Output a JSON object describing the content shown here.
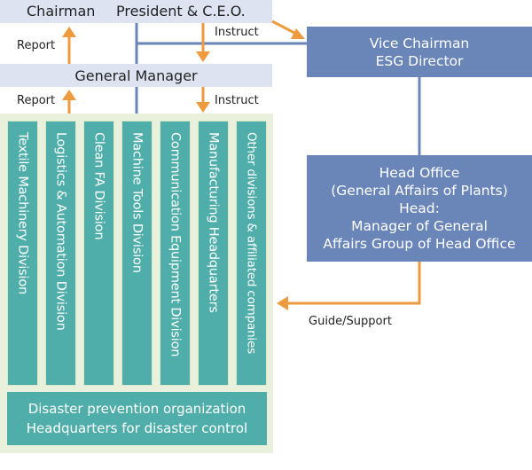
{
  "top_band": {
    "chairman": "Chairman",
    "president": "President & C.E.O."
  },
  "general_manager": "General Manager",
  "labels": {
    "report_top": "Report",
    "instruct_top": "Instruct",
    "report_bottom": "Report",
    "instruct_bottom": "Instruct",
    "guide_support": "Guide/Support"
  },
  "vice_chairman_box": {
    "line1": "Vice Chairman",
    "line2": "ESG Director"
  },
  "head_office_box": {
    "line1": "Head Office",
    "line2": "(General Affairs of Plants)",
    "line3": "Head:",
    "line4": "Manager of General",
    "line5": "Affairs Group of Head Office"
  },
  "divisions": [
    "Textile Machinery Division",
    "Logistics & Automation Division",
    "Clean FA Division",
    "Machine Tools Division",
    "Communication Equipment Division",
    "Manufacturing Headquarters",
    "Other divisions & affiliated companies"
  ],
  "disaster_box": {
    "line1": "Disaster prevention organization",
    "line2": "Headquarters for disaster control"
  },
  "colors": {
    "band": "#dde3f1",
    "blue_box": "#6a86b8",
    "teal_division": "#4faeaa",
    "green_panel": "#e9f1dc",
    "orange_arrow": "#ee9a3e",
    "blue_line": "#6a86b8"
  }
}
